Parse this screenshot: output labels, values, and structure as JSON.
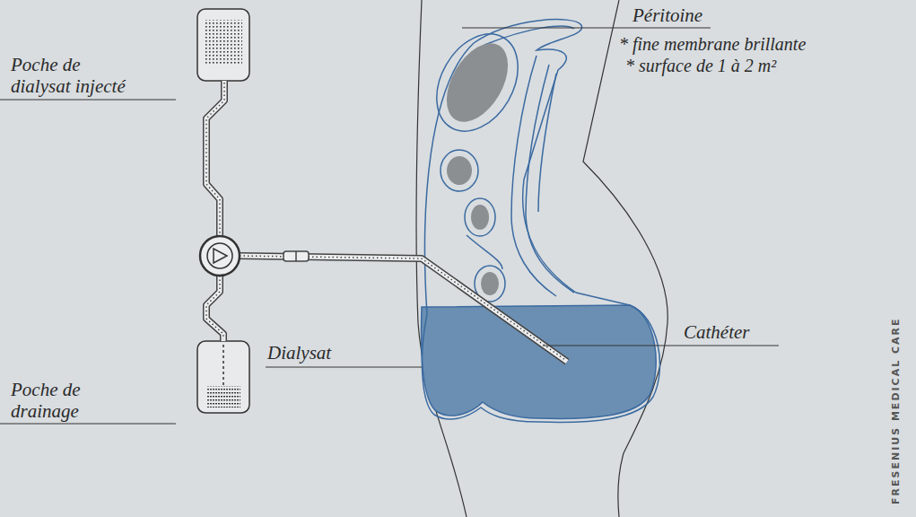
{
  "diagram": {
    "labels": [
      "Péritoine",
      "* fine membrane brillante",
      "* surface de 1 à 2 m²",
      "Poche de dialysat injecté",
      "Poche de drainage",
      "Dialysat",
      "Cathéter",
      "FRESENIUS MEDICAL CARE"
    ]
  }
}
